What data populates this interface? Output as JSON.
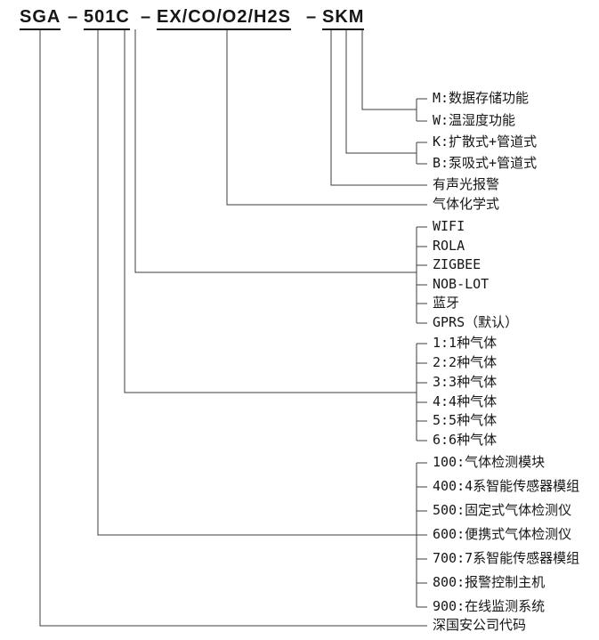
{
  "title": {
    "segments": [
      {
        "text": "SGA"
      },
      {
        "text": "–"
      },
      {
        "text": "501C"
      },
      {
        "text": "–"
      },
      {
        "text": "EX/CO/O2/H2S"
      },
      {
        "text": "–"
      },
      {
        "text": "SKM"
      }
    ]
  },
  "legend": {
    "storage_group": {
      "items": [
        "M:数据存储功能",
        "W:温湿度功能"
      ]
    },
    "sampling_group": {
      "items": [
        "K:扩散式+管道式",
        "B:泵吸式+管道式"
      ]
    },
    "alarm": "有声光报警",
    "gas_formula": "气体化学式",
    "communication_group": {
      "items": [
        "WIFI",
        "ROLA",
        "ZIGBEE",
        "NOB-LOT",
        "蓝牙",
        "GPRS（默认）"
      ]
    },
    "gas_count_group": {
      "items": [
        "1:1种气体",
        "2:2种气体",
        "3:3种气体",
        "4:4种气体",
        "5:5种气体",
        "6:6种气体"
      ]
    },
    "series_group": {
      "items": [
        "100:气体检测模块",
        "400:4系智能传感器模组",
        "500:固定式气体检测仪",
        "600:便携式气体检测仪",
        "700:7系智能传感器模组",
        "800:报警控制主机",
        "900:在线监测系统"
      ]
    },
    "company": "深国安公司代码"
  },
  "colors": {
    "line": "#3c3c3c",
    "text": "#161616",
    "background": "#ffffff"
  }
}
